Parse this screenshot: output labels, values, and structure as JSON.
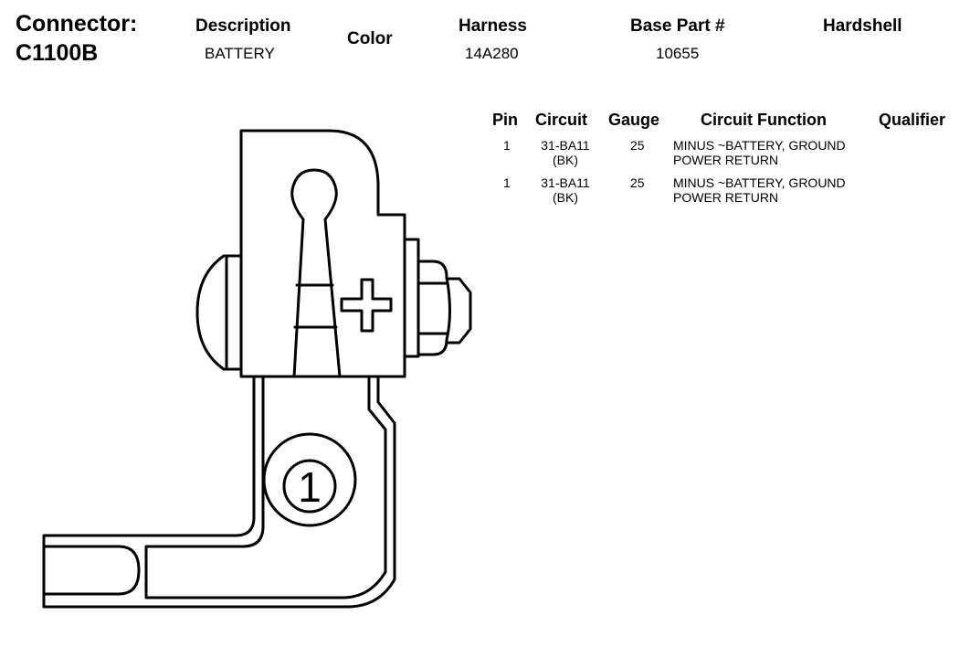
{
  "connector": {
    "label": "Connector:",
    "id": "C1100B"
  },
  "info": {
    "description_header": "Description",
    "description_value": "BATTERY",
    "color_header": "Color",
    "harness_header": "Harness",
    "harness_value": "14A280",
    "base_part_header": "Base Part #",
    "base_part_value": "10655",
    "hardshell_header": "Hardshell"
  },
  "pin_table": {
    "headers": {
      "pin": "Pin",
      "circuit": "Circuit",
      "gauge": "Gauge",
      "function": "Circuit Function",
      "qualifier": "Qualifier"
    },
    "rows": [
      {
        "pin": "1",
        "circuit_line1": "31-BA11",
        "circuit_line2": "(BK)",
        "gauge": "25",
        "function_line1": "MINUS ~BATTERY, GROUND",
        "function_line2": "POWER RETURN",
        "qualifier": ""
      },
      {
        "pin": "1",
        "circuit_line1": "31-BA11",
        "circuit_line2": "(BK)",
        "gauge": "25",
        "function_line1": "MINUS ~BATTERY, GROUND",
        "function_line2": "POWER RETURN",
        "qualifier": ""
      }
    ]
  },
  "diagram": {
    "plus_symbol": "+",
    "pin_number_label": "1",
    "stroke_color": "#000000"
  }
}
